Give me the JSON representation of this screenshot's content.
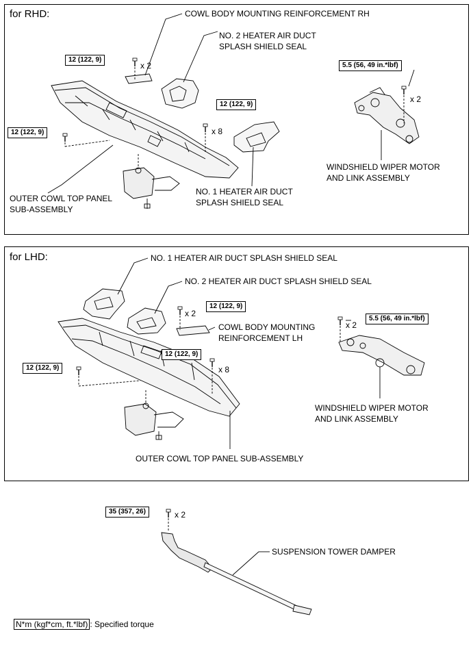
{
  "rhd": {
    "title": "for RHD:",
    "labels": {
      "cowl_reinf_rh": "COWL BODY MOUNTING REINFORCEMENT RH",
      "no2_seal_line1": "NO. 2 HEATER AIR DUCT",
      "no2_seal_line2": "SPLASH SHIELD SEAL",
      "no1_seal_line1": "NO. 1 HEATER AIR DUCT",
      "no1_seal_line2": "SPLASH SHIELD SEAL",
      "wiper_line1": "WINDSHIELD WIPER MOTOR",
      "wiper_line2": "AND LINK ASSEMBLY",
      "cowl_panel_line1": "OUTER COWL TOP PANEL",
      "cowl_panel_line2": "SUB-ASSEMBLY"
    },
    "torques": {
      "t1": "12 (122, 9)",
      "t2": "12 (122, 9)",
      "t3": "12 (122, 9)",
      "t4": "5.5 (56, 49 in.*lbf)"
    },
    "multipliers": {
      "m1": "x 2",
      "m2": "x 8",
      "m3": "x 2"
    }
  },
  "lhd": {
    "title": "for LHD:",
    "labels": {
      "no1_seal": "NO. 1 HEATER AIR DUCT SPLASH SHIELD SEAL",
      "no2_seal": "NO. 2 HEATER AIR DUCT SPLASH SHIELD SEAL",
      "cowl_reinf_line1": "COWL BODY MOUNTING",
      "cowl_reinf_line2": "REINFORCEMENT LH",
      "wiper_line1": "WINDSHIELD WIPER MOTOR",
      "wiper_line2": "AND LINK ASSEMBLY",
      "cowl_panel": "OUTER COWL TOP PANEL SUB-ASSEMBLY"
    },
    "torques": {
      "t1": "12 (122, 9)",
      "t2": "5.5 (56, 49 in.*lbf)",
      "t3": "12 (122, 9)",
      "t4": "12 (122, 9)"
    },
    "multipliers": {
      "m1": "x 2",
      "m2": "x 2",
      "m3": "x 8"
    }
  },
  "damper": {
    "torque": "35 (357, 26)",
    "multiplier": "x 2",
    "label": "SUSPENSION TOWER DAMPER"
  },
  "legend": {
    "unit": "N*m (kgf*cm, ft.*lbf)",
    "text": ": Specified torque"
  }
}
